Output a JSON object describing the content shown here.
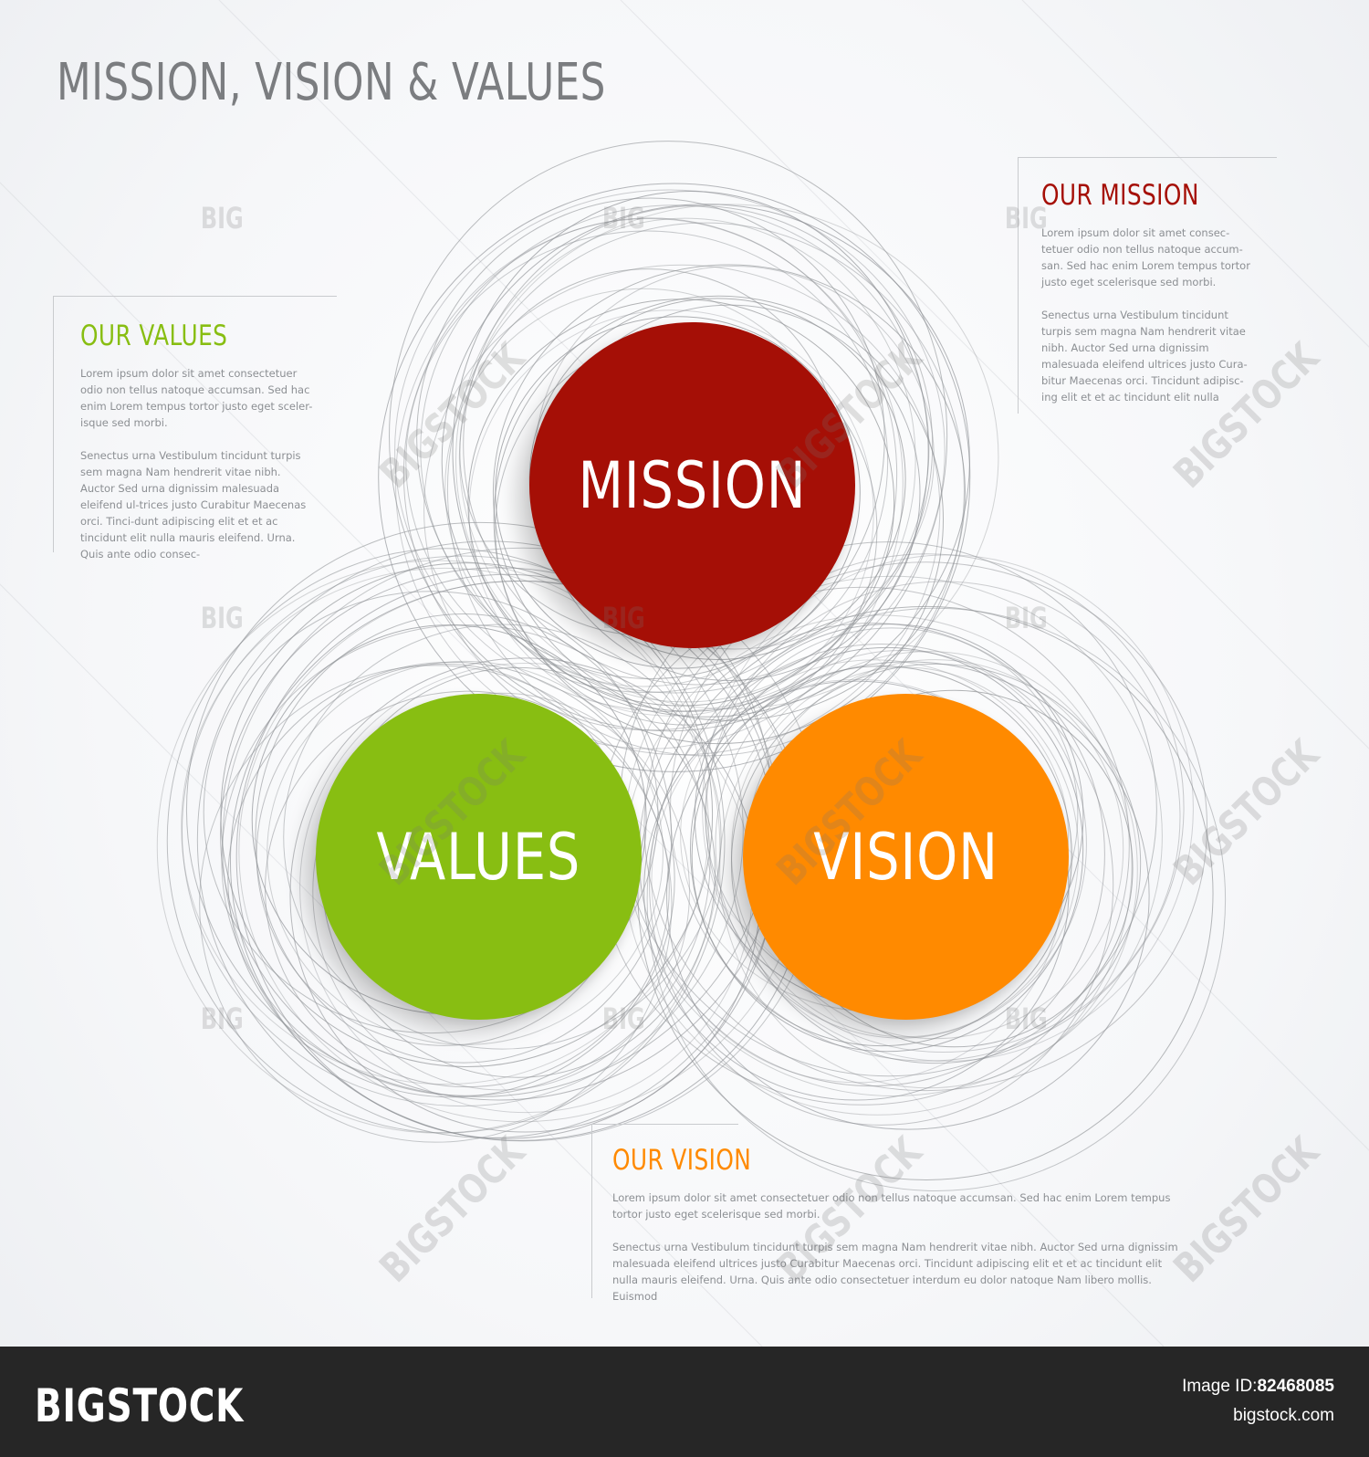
{
  "title": "MISSION, VISION & VALUES",
  "colors": {
    "mission": "#a50f06",
    "values": "#88be12",
    "vision": "#ff8a00",
    "title": "#7b7d80"
  },
  "circles": {
    "mission": "MISSION",
    "values": "VALUES",
    "vision": "VISION"
  },
  "sections": {
    "mission": {
      "heading": "OUR MISSION",
      "p1": "Lorem ipsum dolor sit amet consec-tetuer odio non tellus natoque accum-san. Sed hac enim Lorem tempus tortor justo eget scelerisque sed morbi.",
      "p2": "Senectus urna Vestibulum tincidunt turpis sem magna Nam hendrerit vitae nibh. Auctor Sed urna dignissim malesuada eleifend ultrices justo Cura-bitur Maecenas orci. Tincidunt adipisc-ing elit et et ac tincidunt elit nulla"
    },
    "values": {
      "heading": "OUR VALUES",
      "p1": "Lorem ipsum dolor sit amet consectetuer odio non tellus natoque accumsan. Sed hac enim Lorem tempus tortor justo eget sceler-isque sed morbi.",
      "p2": "Senectus urna Vestibulum tincidunt turpis sem magna Nam hendrerit vitae nibh. Auctor Sed urna dignissim malesuada eleifend ul-trices justo Curabitur Maecenas orci. Tinci-dunt adipiscing elit et et ac tincidunt elit nulla mauris eleifend. Urna. Quis ante odio consec-"
    },
    "vision": {
      "heading": "OUR VISION",
      "p1": "Lorem ipsum dolor sit amet consectetuer odio non tellus natoque accumsan. Sed hac enim Lorem tempus tortor justo eget scelerisque sed morbi.",
      "p2": "Senectus urna Vestibulum tincidunt turpis sem magna Nam hendrerit vitae nibh. Auctor Sed urna dignissim malesuada eleifend ultrices justo Curabitur Maecenas orci. Tincidunt adipiscing elit et et ac tincidunt elit nulla mauris eleifend. Urna. Quis ante odio consectetuer interdum eu dolor natoque Nam libero mollis. Euismod"
    }
  },
  "watermark": {
    "big": "BIG",
    "stock": "BIGSTOCK"
  },
  "footer": {
    "logo": "BIGSTOCK",
    "image_id_label": "Image ID:",
    "image_id": "82468085",
    "site": "bigstock.com"
  }
}
